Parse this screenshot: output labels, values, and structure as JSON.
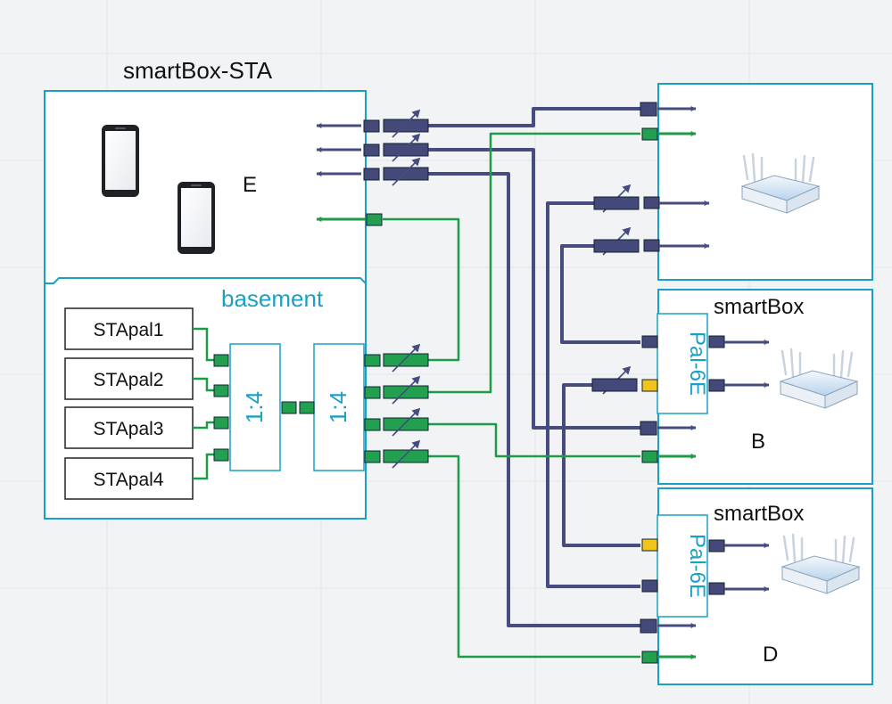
{
  "title": "smartBox-STA",
  "zones": {
    "e_label": "E",
    "basement_label": "basement",
    "b_label": "B",
    "d_label": "D"
  },
  "stapals": [
    "STApal1",
    "STApal2",
    "STApal3",
    "STApal4"
  ],
  "splitters": {
    "left": "1:4",
    "right": "1:4"
  },
  "smartbox_b": {
    "title": "smartBox",
    "module": "Pal-6E"
  },
  "smartbox_d": {
    "title": "smartBox",
    "module": "Pal-6E"
  },
  "colors": {
    "frame": "#1aa0c4",
    "label": "#1aa0c4",
    "wire_purple": "#474c80",
    "wire_green": "#1d9b47",
    "conn_purple": "#45497a",
    "conn_green": "#23a04f",
    "conn_yellow": "#f0c419",
    "text": "#111111"
  }
}
